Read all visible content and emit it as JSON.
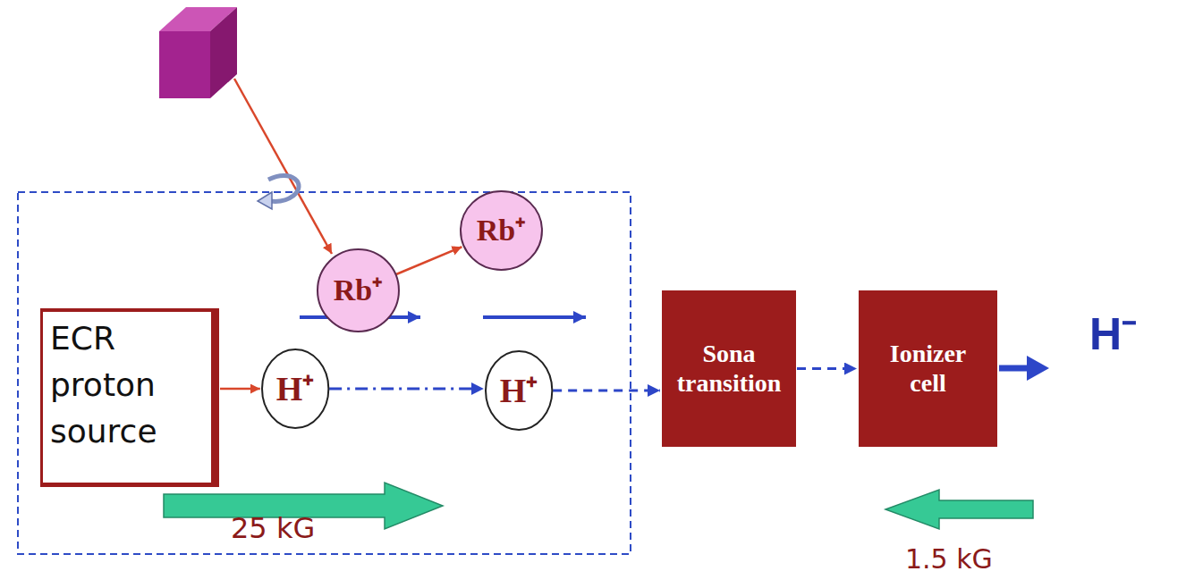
{
  "diagram": {
    "nodes": [
      {
        "text": [
          "ECR proton source"
        ]
      },
      {
        "text": [
          "H⁺"
        ]
      },
      {
        "text": [
          "Rb⁺"
        ]
      },
      {
        "text": [
          "Rb⁺"
        ]
      },
      {
        "text": [
          "H⁺"
        ]
      },
      {
        "text": [
          "Sona transition"
        ]
      },
      {
        "text": [
          "Ionizer cell"
        ]
      }
    ],
    "edges": [
      {
        "from": 0,
        "to": 1,
        "arrow": "to"
      },
      {
        "from": 2,
        "to": 3,
        "arrow": "to"
      },
      {
        "from": 1,
        "to": 4,
        "arrow": "to"
      },
      {
        "from": 4,
        "to": 5,
        "arrow": "to"
      },
      {
        "from": 5,
        "to": 6,
        "arrow": "to"
      }
    ],
    "labels": [
      "H⁻",
      "25 kG",
      "1.5 kG"
    ]
  }
}
